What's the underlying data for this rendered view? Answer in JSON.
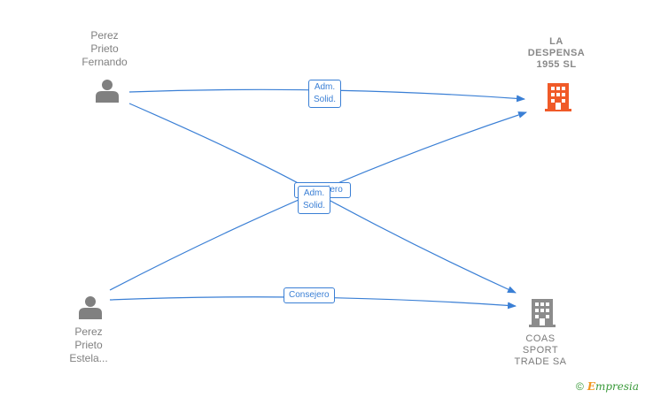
{
  "nodes": {
    "person_1": {
      "label": "Perez\nPrieto\nFernando",
      "icon": "person-icon"
    },
    "person_2": {
      "label": "Perez\nPrieto\nEstela...",
      "icon": "person-icon"
    },
    "company_1": {
      "label": "LA\nDESPENSA\n1955  SL",
      "icon": "building-icon",
      "color": "#f05a28"
    },
    "company_2": {
      "label": "COAS\nSPORT\nTRADE SA",
      "icon": "building-icon",
      "color": "#8c8c8c"
    }
  },
  "edges": [
    {
      "from": "person_1",
      "to": "company_1",
      "label": "Adm.\nSolid."
    },
    {
      "from": "person_1",
      "to": "company_2",
      "label": "Consejero"
    },
    {
      "from": "person_2",
      "to": "company_1",
      "label": "Adm.\nSolid."
    },
    {
      "from": "person_2",
      "to": "company_2",
      "label": "Consejero"
    }
  ],
  "colors": {
    "edge": "#3a7fd5",
    "person": "#808080"
  },
  "footer": {
    "copyright": "©",
    "brand_first": "E",
    "brand_rest": "mpresia"
  }
}
